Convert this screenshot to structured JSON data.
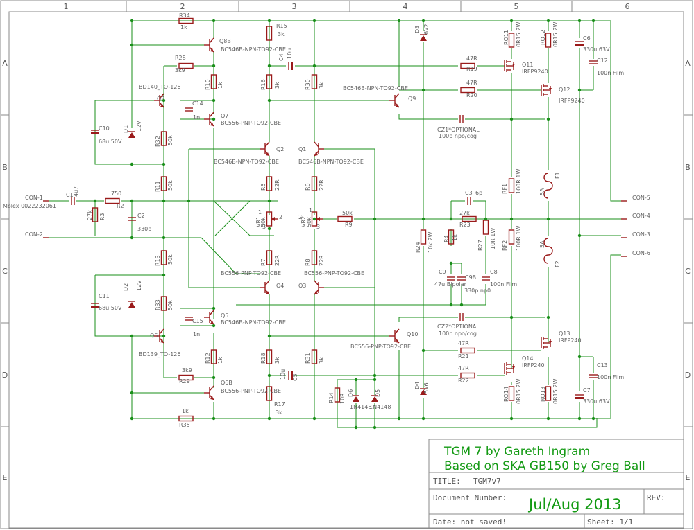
{
  "frame": {
    "columns": [
      "1",
      "2",
      "3",
      "4",
      "5",
      "6"
    ],
    "rows": [
      "A",
      "B",
      "C",
      "D",
      "E"
    ]
  },
  "resistors": [
    {
      "ref": "R34",
      "value": "1k"
    },
    {
      "ref": "R15",
      "value": "3k"
    },
    {
      "ref": "R28",
      "value": "3k9"
    },
    {
      "ref": "R10",
      "value": "1k"
    },
    {
      "ref": "R16",
      "value": "3k"
    },
    {
      "ref": "R30",
      "value": "3k"
    },
    {
      "ref": "R19",
      "value": "47R"
    },
    {
      "ref": "R20",
      "value": "47R"
    },
    {
      "ref": "RO11",
      "value": "0R15 2W"
    },
    {
      "ref": "RO12",
      "value": "0R15 2W"
    },
    {
      "ref": "R32",
      "value": "50k"
    },
    {
      "ref": "R11",
      "value": "50k"
    },
    {
      "ref": "R5",
      "value": "22R"
    },
    {
      "ref": "R6",
      "value": "22R"
    },
    {
      "ref": "R2",
      "value": "750"
    },
    {
      "ref": "R3",
      "value": "27k"
    },
    {
      "ref": "R9",
      "value": "50k"
    },
    {
      "ref": "R23",
      "value": "27k"
    },
    {
      "ref": "RF1",
      "value": "100R 1W"
    },
    {
      "ref": "R24",
      "value": "10k 2W"
    },
    {
      "ref": "R4",
      "value": "1k"
    },
    {
      "ref": "R27",
      "value": "10R 1W"
    },
    {
      "ref": "RF2",
      "value": "100R 1W"
    },
    {
      "ref": "R13",
      "value": "50k"
    },
    {
      "ref": "R7",
      "value": "22R"
    },
    {
      "ref": "R8",
      "value": "22R"
    },
    {
      "ref": "R33",
      "value": "50k"
    },
    {
      "ref": "R12",
      "value": "1k"
    },
    {
      "ref": "R18",
      "value": "3k"
    },
    {
      "ref": "R31",
      "value": "3k"
    },
    {
      "ref": "R29",
      "value": "3k9"
    },
    {
      "ref": "R21",
      "value": "47R"
    },
    {
      "ref": "R22",
      "value": "47R"
    },
    {
      "ref": "R17",
      "value": "3k"
    },
    {
      "ref": "R14",
      "value": "10R"
    },
    {
      "ref": "RO14",
      "value": "0R15 2W"
    },
    {
      "ref": "RO13",
      "value": "0R15 2W"
    },
    {
      "ref": "R35",
      "value": "1k"
    }
  ],
  "capacitors": [
    {
      "ref": "C4",
      "value": "10u"
    },
    {
      "ref": "C6",
      "value": "330u 63V"
    },
    {
      "ref": "C12",
      "value": "100n Film"
    },
    {
      "ref": "C14",
      "value": "1n"
    },
    {
      "ref": "C10",
      "value": "68u 50V"
    },
    {
      "ref": "CZ1*OPTIONAL",
      "value": "100p npo/cog"
    },
    {
      "ref": "C1",
      "value": "4u7"
    },
    {
      "ref": "C2",
      "value": "330p"
    },
    {
      "ref": "C3",
      "value": "6p"
    },
    {
      "ref": "C9",
      "value": "47u Bipolar"
    },
    {
      "ref": "C9B",
      "value": "330p np0"
    },
    {
      "ref": "C8",
      "value": "100n Film"
    },
    {
      "ref": "C11",
      "value": "68u 50V"
    },
    {
      "ref": "C15",
      "value": "1n"
    },
    {
      "ref": "CZ2*OPTIONAL",
      "value": "100p npo/cog"
    },
    {
      "ref": "C5",
      "value": "10u"
    },
    {
      "ref": "C13",
      "value": "100n Film"
    },
    {
      "ref": "C7",
      "value": "330u 63V"
    }
  ],
  "transistors": [
    {
      "ref": "Q8B",
      "value": "BC546B-NPN-TO92-CBE"
    },
    {
      "ref": "Q8",
      "value": "BD140_TO-126"
    },
    {
      "ref": "Q7",
      "value": "BC556-PNP-TO92-CBE"
    },
    {
      "ref": "Q11",
      "value": "IRFP9240"
    },
    {
      "ref": "Q12",
      "value": "IRFP9240"
    },
    {
      "ref": "Q9",
      "value": "BC546B-NPN-TO92-CBE"
    },
    {
      "ref": "Q2",
      "value": "BC546B-NPN-TO92-CBE"
    },
    {
      "ref": "Q1",
      "value": "BC546B-NPN-TO92-CBE"
    },
    {
      "ref": "Q4",
      "value": "BC556-PNP-TO92-CBE"
    },
    {
      "ref": "Q3",
      "value": "BC556-PNP-TO92-CBE"
    },
    {
      "ref": "Q5",
      "value": "BC546B-NPN-TO92-CBE"
    },
    {
      "ref": "Q6",
      "value": "BD139_TO-126"
    },
    {
      "ref": "Q10",
      "value": "BC556-PNP-TO92-CBE"
    },
    {
      "ref": "Q13",
      "value": "IRFP240"
    },
    {
      "ref": "Q14",
      "value": "IRFP240"
    },
    {
      "ref": "Q6B",
      "value": "BC556-PNP-TO92-CBE"
    }
  ],
  "diodes": [
    {
      "ref": "D3",
      "value": "6V2"
    },
    {
      "ref": "D1",
      "value": "12V"
    },
    {
      "ref": "D2",
      "value": "12V"
    },
    {
      "ref": "D4",
      "value": "5V6"
    },
    {
      "ref": "D6",
      "value": "1N4148"
    },
    {
      "ref": "D5",
      "value": "1N4148"
    }
  ],
  "pots": [
    {
      "ref": "VR1",
      "value": "50k",
      "pins": [
        "1",
        "2",
        "3"
      ]
    },
    {
      "ref": "VR2",
      "value": "50k",
      "pins": [
        "1",
        "2",
        "3"
      ]
    }
  ],
  "fuses": [
    {
      "ref": "F1",
      "value": "5A"
    },
    {
      "ref": "F2",
      "value": "5A"
    }
  ],
  "connectors": {
    "con1": "CON-1",
    "con1_part": "Molex 0022232061",
    "con2": "CON-2",
    "con3": "CON-3",
    "con4": "CON-4",
    "con5": "CON-5",
    "con6": "CON-6"
  },
  "title_block": {
    "heading1": "TGM 7  by Gareth Ingram",
    "heading2": "Based on SKA GB150 by Greg Ball",
    "title_label": "TITLE:",
    "title_value": "TGM7v7",
    "doc_label": "Document Number:",
    "doc_value": "Jul/Aug 2013",
    "rev_label": "REV:",
    "date_label": "Date: not saved!",
    "sheet_label": "Sheet: 1/1"
  },
  "colors": {
    "wire": "#1a8f1a",
    "symbol": "#9a1a1a",
    "label": "#606060",
    "title_text": "#139a13",
    "frame": "#8a8a8a"
  }
}
